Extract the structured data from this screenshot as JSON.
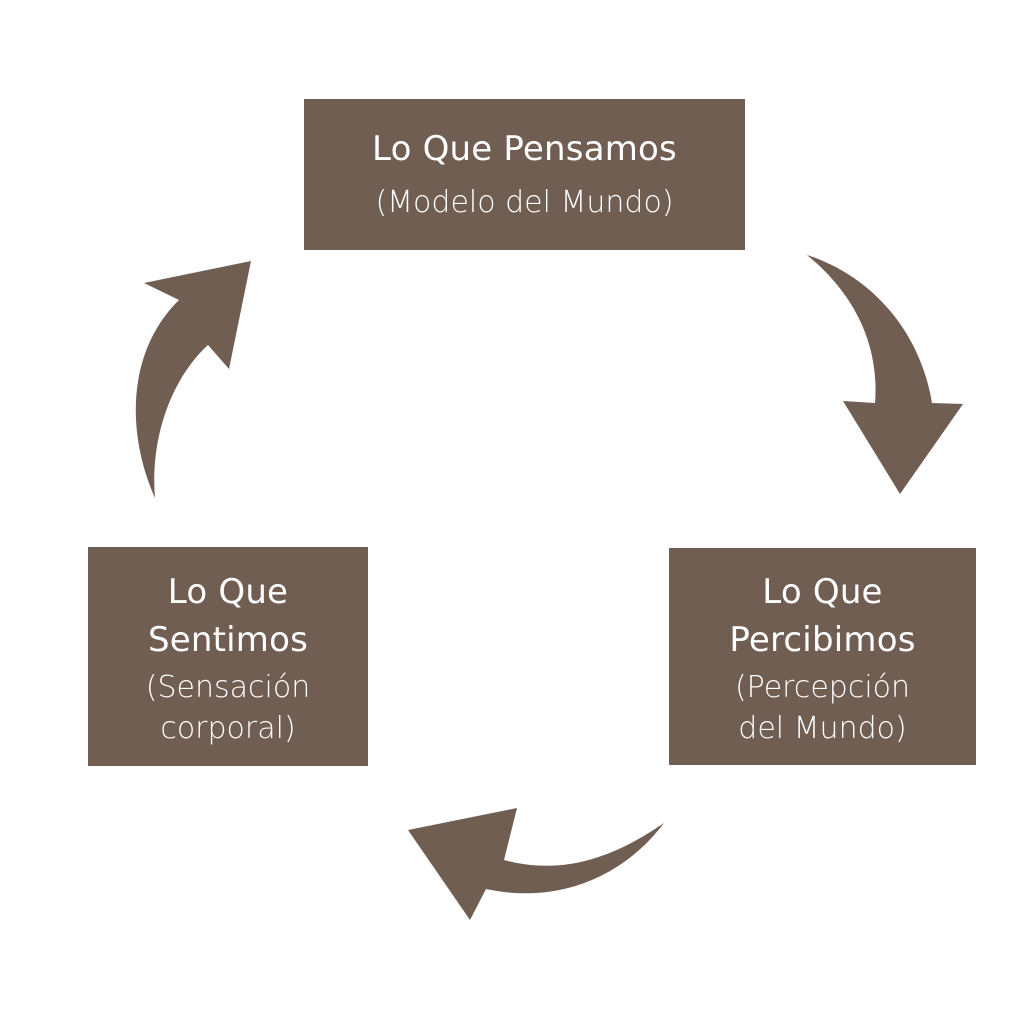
{
  "colors": {
    "box_fill": "#715e53",
    "arrow_fill": "#715e53",
    "text": "#ffffff",
    "background": "#ffffff"
  },
  "nodes": {
    "top": {
      "title": "Lo Que Pensamos",
      "subtitle": "(Modelo del Mundo)"
    },
    "right": {
      "title_line1": "Lo Que",
      "title_line2": "Percibimos",
      "subtitle_line1": "(Percepción",
      "subtitle_line2": "del Mundo)"
    },
    "left": {
      "title_line1": "Lo Que",
      "title_line2": "Sentimos",
      "subtitle_line1": "(Sensación",
      "subtitle_line2": "corporal)"
    }
  }
}
